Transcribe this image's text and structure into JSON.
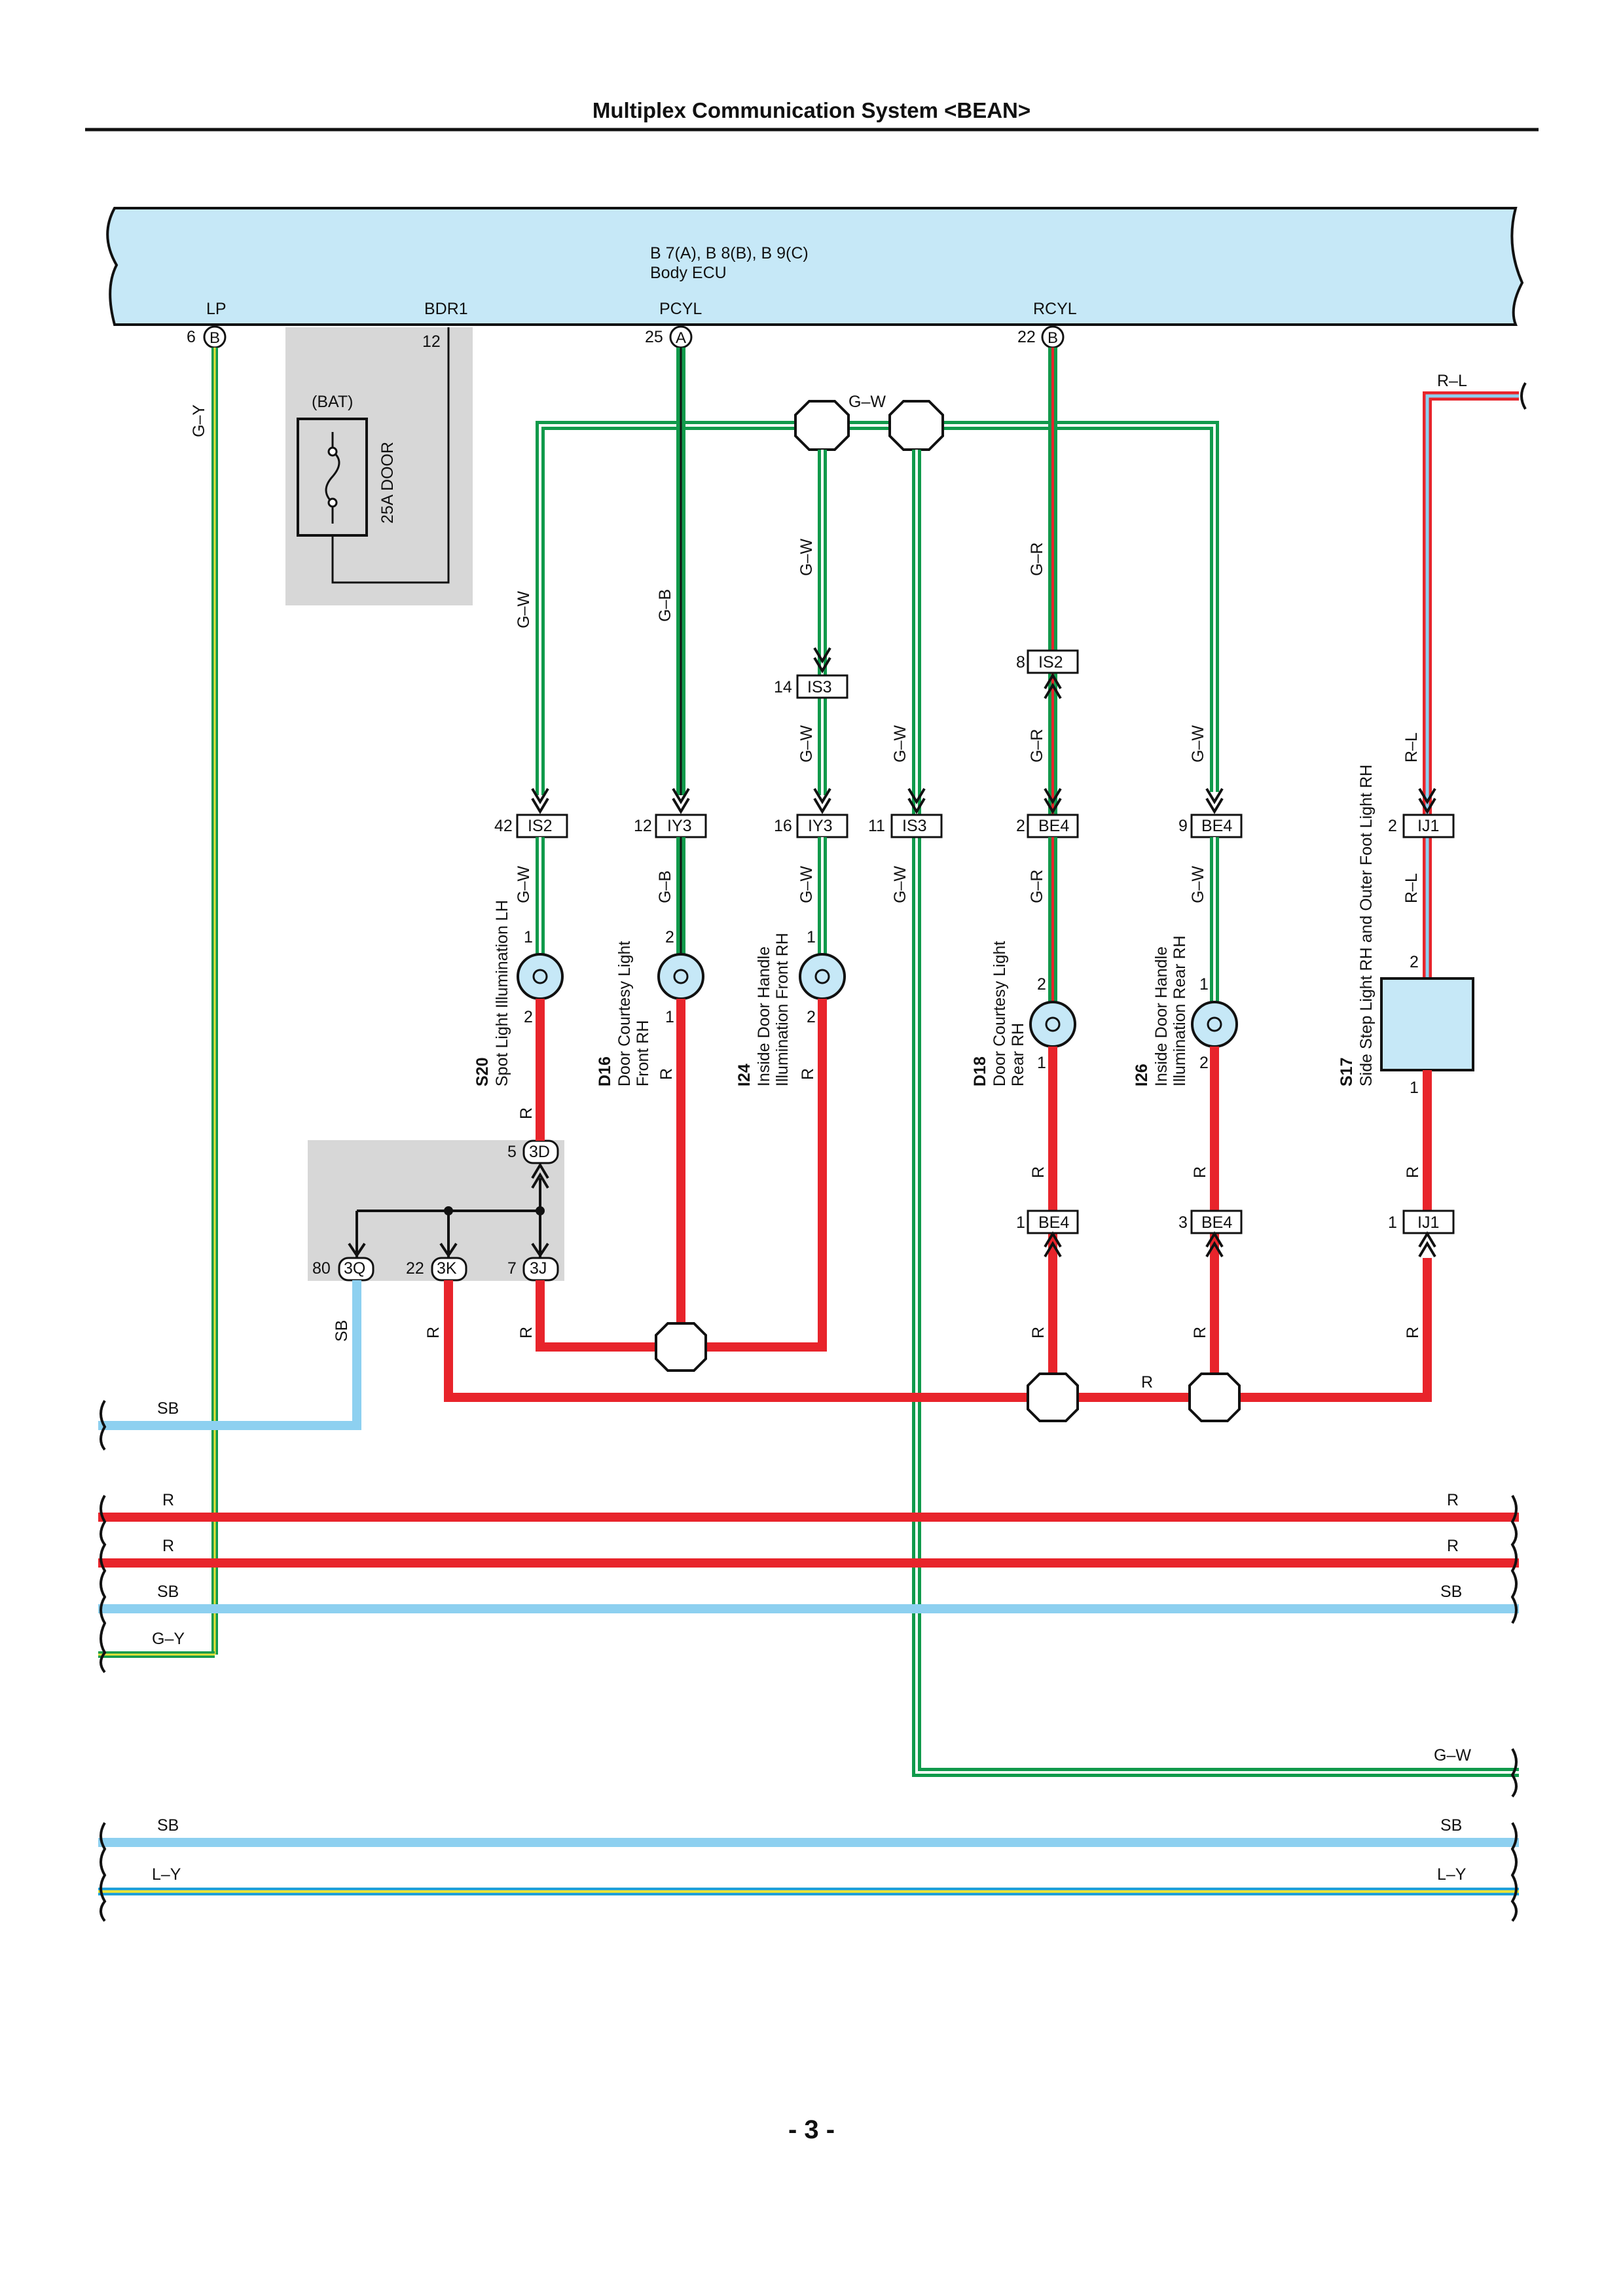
{
  "header": {
    "title": "Multiplex Communication System <BEAN>"
  },
  "footer": {
    "page_number": "- 3 -"
  },
  "colors": {
    "ecu_fill": "#c6e8f7",
    "red_wire": "#e8242b",
    "green_wire": "#109a4b",
    "sb_wire": "#8dd0f0",
    "yellow_stripe": "#e8e33a",
    "ground_block": "#d7d7d7"
  },
  "ecu": {
    "id": "B 7(A), B 8(B), B 9(C)",
    "name": "Body ECU",
    "pins": [
      {
        "name": "LP",
        "num": "6",
        "conn": "B"
      },
      {
        "name": "BDR1",
        "num": "12",
        "conn": ""
      },
      {
        "name": "PCYL",
        "num": "25",
        "conn": "A"
      },
      {
        "name": "RCYL",
        "num": "22",
        "conn": "B"
      }
    ]
  },
  "fuse": {
    "supply": "(BAT)",
    "name": "25A DOOR"
  },
  "wire_labels": {
    "gy": "G–Y",
    "gw": "G–W",
    "gb": "G–B",
    "gr": "G–R",
    "rl": "R–L",
    "r": "R",
    "sb": "SB",
    "ly": "L–Y"
  },
  "connectors": {
    "is3_upper": {
      "pin": "14",
      "label": "IS3"
    },
    "is2_upper": {
      "pin": "8",
      "label": "IS2"
    },
    "row": [
      {
        "pin": "42",
        "label": "IS2"
      },
      {
        "pin": "12",
        "label": "IY3"
      },
      {
        "pin": "16",
        "label": "IY3"
      },
      {
        "pin": "11",
        "label": "IS3"
      },
      {
        "pin": "2",
        "label": "BE4"
      },
      {
        "pin": "9",
        "label": "BE4"
      },
      {
        "pin": "2",
        "label": "IJ1"
      }
    ],
    "lower_row": [
      {
        "pin": "1",
        "label": "BE4"
      },
      {
        "pin": "3",
        "label": "BE4"
      },
      {
        "pin": "1",
        "label": "IJ1"
      }
    ],
    "junction": [
      {
        "pin": "5",
        "label": "3D"
      },
      {
        "pin": "80",
        "label": "3Q"
      },
      {
        "pin": "22",
        "label": "3K"
      },
      {
        "pin": "7",
        "label": "3J"
      }
    ]
  },
  "components": [
    {
      "code": "S20",
      "name": "Spot Light Illumination LH"
    },
    {
      "code": "D16",
      "name_line1": "Door Courtesy Light",
      "name_line2": "Front RH"
    },
    {
      "code": "I24",
      "name_line1": "Inside Door Handle",
      "name_line2": "Illumination Front RH"
    },
    {
      "code": "D18",
      "name_line1": "Door Courtesy Light",
      "name_line2": "Rear RH"
    },
    {
      "code": "I26",
      "name_line1": "Inside Door Handle",
      "name_line2": "Illumination Rear RH"
    },
    {
      "code": "S17",
      "name": "Side Step Light RH and Outer Foot Light RH"
    }
  ],
  "lamp_pins": {
    "top": "1",
    "bottom": "2",
    "top_alt": "2",
    "bottom_alt": "1"
  }
}
